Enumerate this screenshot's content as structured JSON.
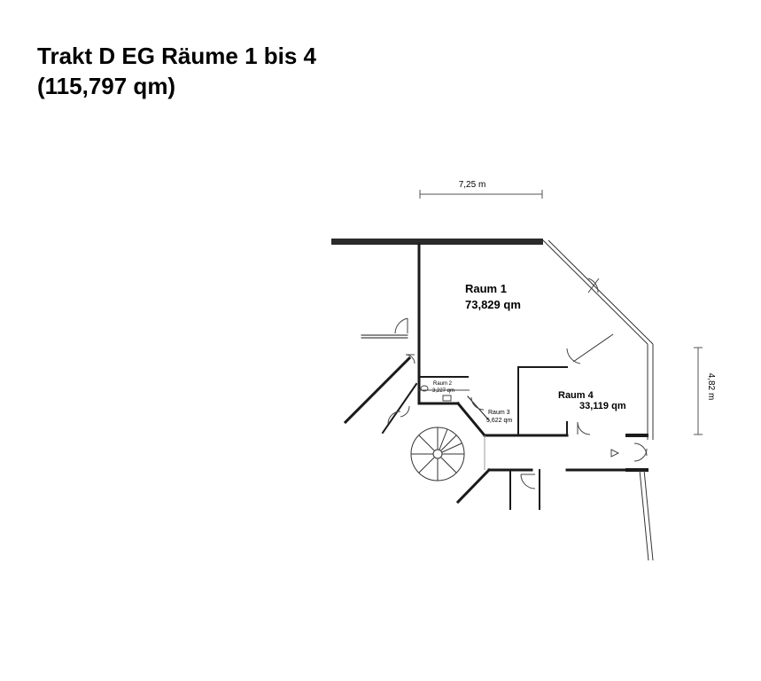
{
  "title": {
    "line1": "Trakt D EG Räume 1 bis 4",
    "line2": "(115,797 qm)"
  },
  "dimensions": {
    "width": "7,25 m",
    "height": "4,82 m"
  },
  "rooms": [
    {
      "name": "Raum 1",
      "area": "73,829 qm"
    },
    {
      "name": "Raum 2",
      "area": "3,227 qm"
    },
    {
      "name": "Raum 3",
      "area": "5,622 qm"
    },
    {
      "name": "Raum 4",
      "area": "33,119 qm"
    }
  ]
}
